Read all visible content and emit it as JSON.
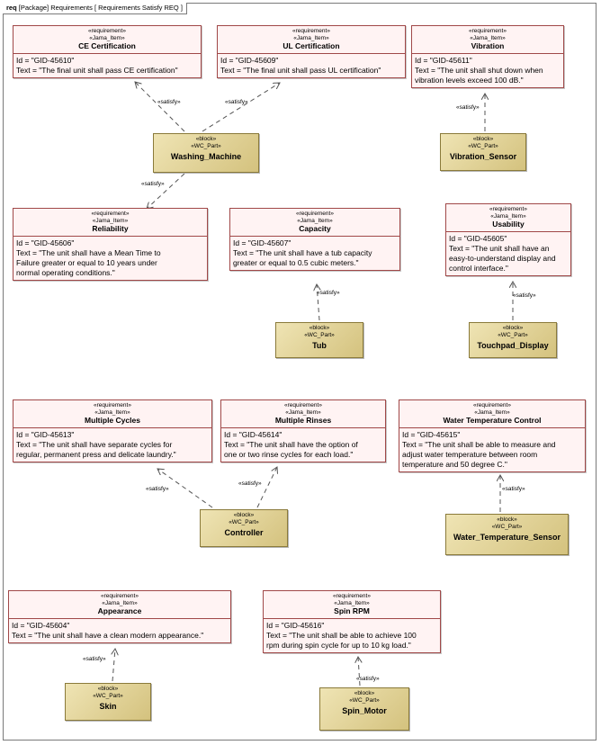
{
  "frame": {
    "kind": "req",
    "title": "[Package] Requirements [ Requirements Satisfy REQ ]"
  },
  "stereotypes": {
    "requirement": "«requirement»",
    "jama": "«Jama_Item»",
    "block": "«block»",
    "wc_part": "«WC_Part»",
    "satisfy": "«satisfy»"
  },
  "requirements": [
    {
      "name": "CE Certification",
      "id": "Id = \"GID-45610\"",
      "text": [
        "Text = \"The final unit shall pass CE certification\""
      ]
    },
    {
      "name": "UL Certification",
      "id": "Id = \"GID-45609\"",
      "text": [
        "Text = \"The final unit shall pass UL certification\""
      ]
    },
    {
      "name": "Vibration",
      "id": "Id = \"GID-45611\"",
      "text": [
        "Text = \"The unit shall shut down when",
        "vibration levels exceed 100 dB.\""
      ]
    },
    {
      "name": "Reliability",
      "id": "Id = \"GID-45606\"",
      "text": [
        "Text = \"The unit shall have a Mean Time to",
        "Failure greater or equal to 10 years under",
        "normal operating conditions.\""
      ]
    },
    {
      "name": "Capacity",
      "id": "Id = \"GID-45607\"",
      "text": [
        "Text = \"The unit shall have a tub capacity",
        "greater or equal to 0.5 cubic meters.\""
      ]
    },
    {
      "name": "Usability",
      "id": "Id = \"GID-45605\"",
      "text": [
        "Text = \"The unit shall have an",
        "easy-to-understand display and",
        "control interface.\""
      ]
    },
    {
      "name": "Multiple Cycles",
      "id": "Id = \"GID-45613\"",
      "text": [
        "Text = \"The unit shall have separate cycles for",
        "regular, permanent press and delicate laundry.\""
      ]
    },
    {
      "name": "Multiple Rinses",
      "id": "Id = \"GID-45614\"",
      "text": [
        "Text = \"The unit shall have the option of",
        "one or two rinse cycles for each load.\""
      ]
    },
    {
      "name": "Water Temperature Control",
      "id": "Id = \"GID-45615\"",
      "text": [
        "Text = \"The unit shall be able to measure and",
        "adjust water temperature between room",
        "temperature and 50 degree C.\""
      ]
    },
    {
      "name": "Appearance",
      "id": "Id = \"GID-45604\"",
      "text": [
        "Text = \"The unit shall have a clean modern appearance.\""
      ]
    },
    {
      "name": "Spin RPM",
      "id": "Id = \"GID-45616\"",
      "text": [
        "Text = \"The unit shall be able to achieve 100",
        "rpm during spin cycle for up to 10 kg load.\""
      ]
    }
  ],
  "blocks": [
    {
      "name": "Washing_Machine"
    },
    {
      "name": "Vibration_Sensor"
    },
    {
      "name": "Tub"
    },
    {
      "name": "Touchpad_Display"
    },
    {
      "name": "Controller"
    },
    {
      "name": "Water_Temperature_Sensor"
    },
    {
      "name": "Skin"
    },
    {
      "name": "Spin_Motor"
    }
  ]
}
